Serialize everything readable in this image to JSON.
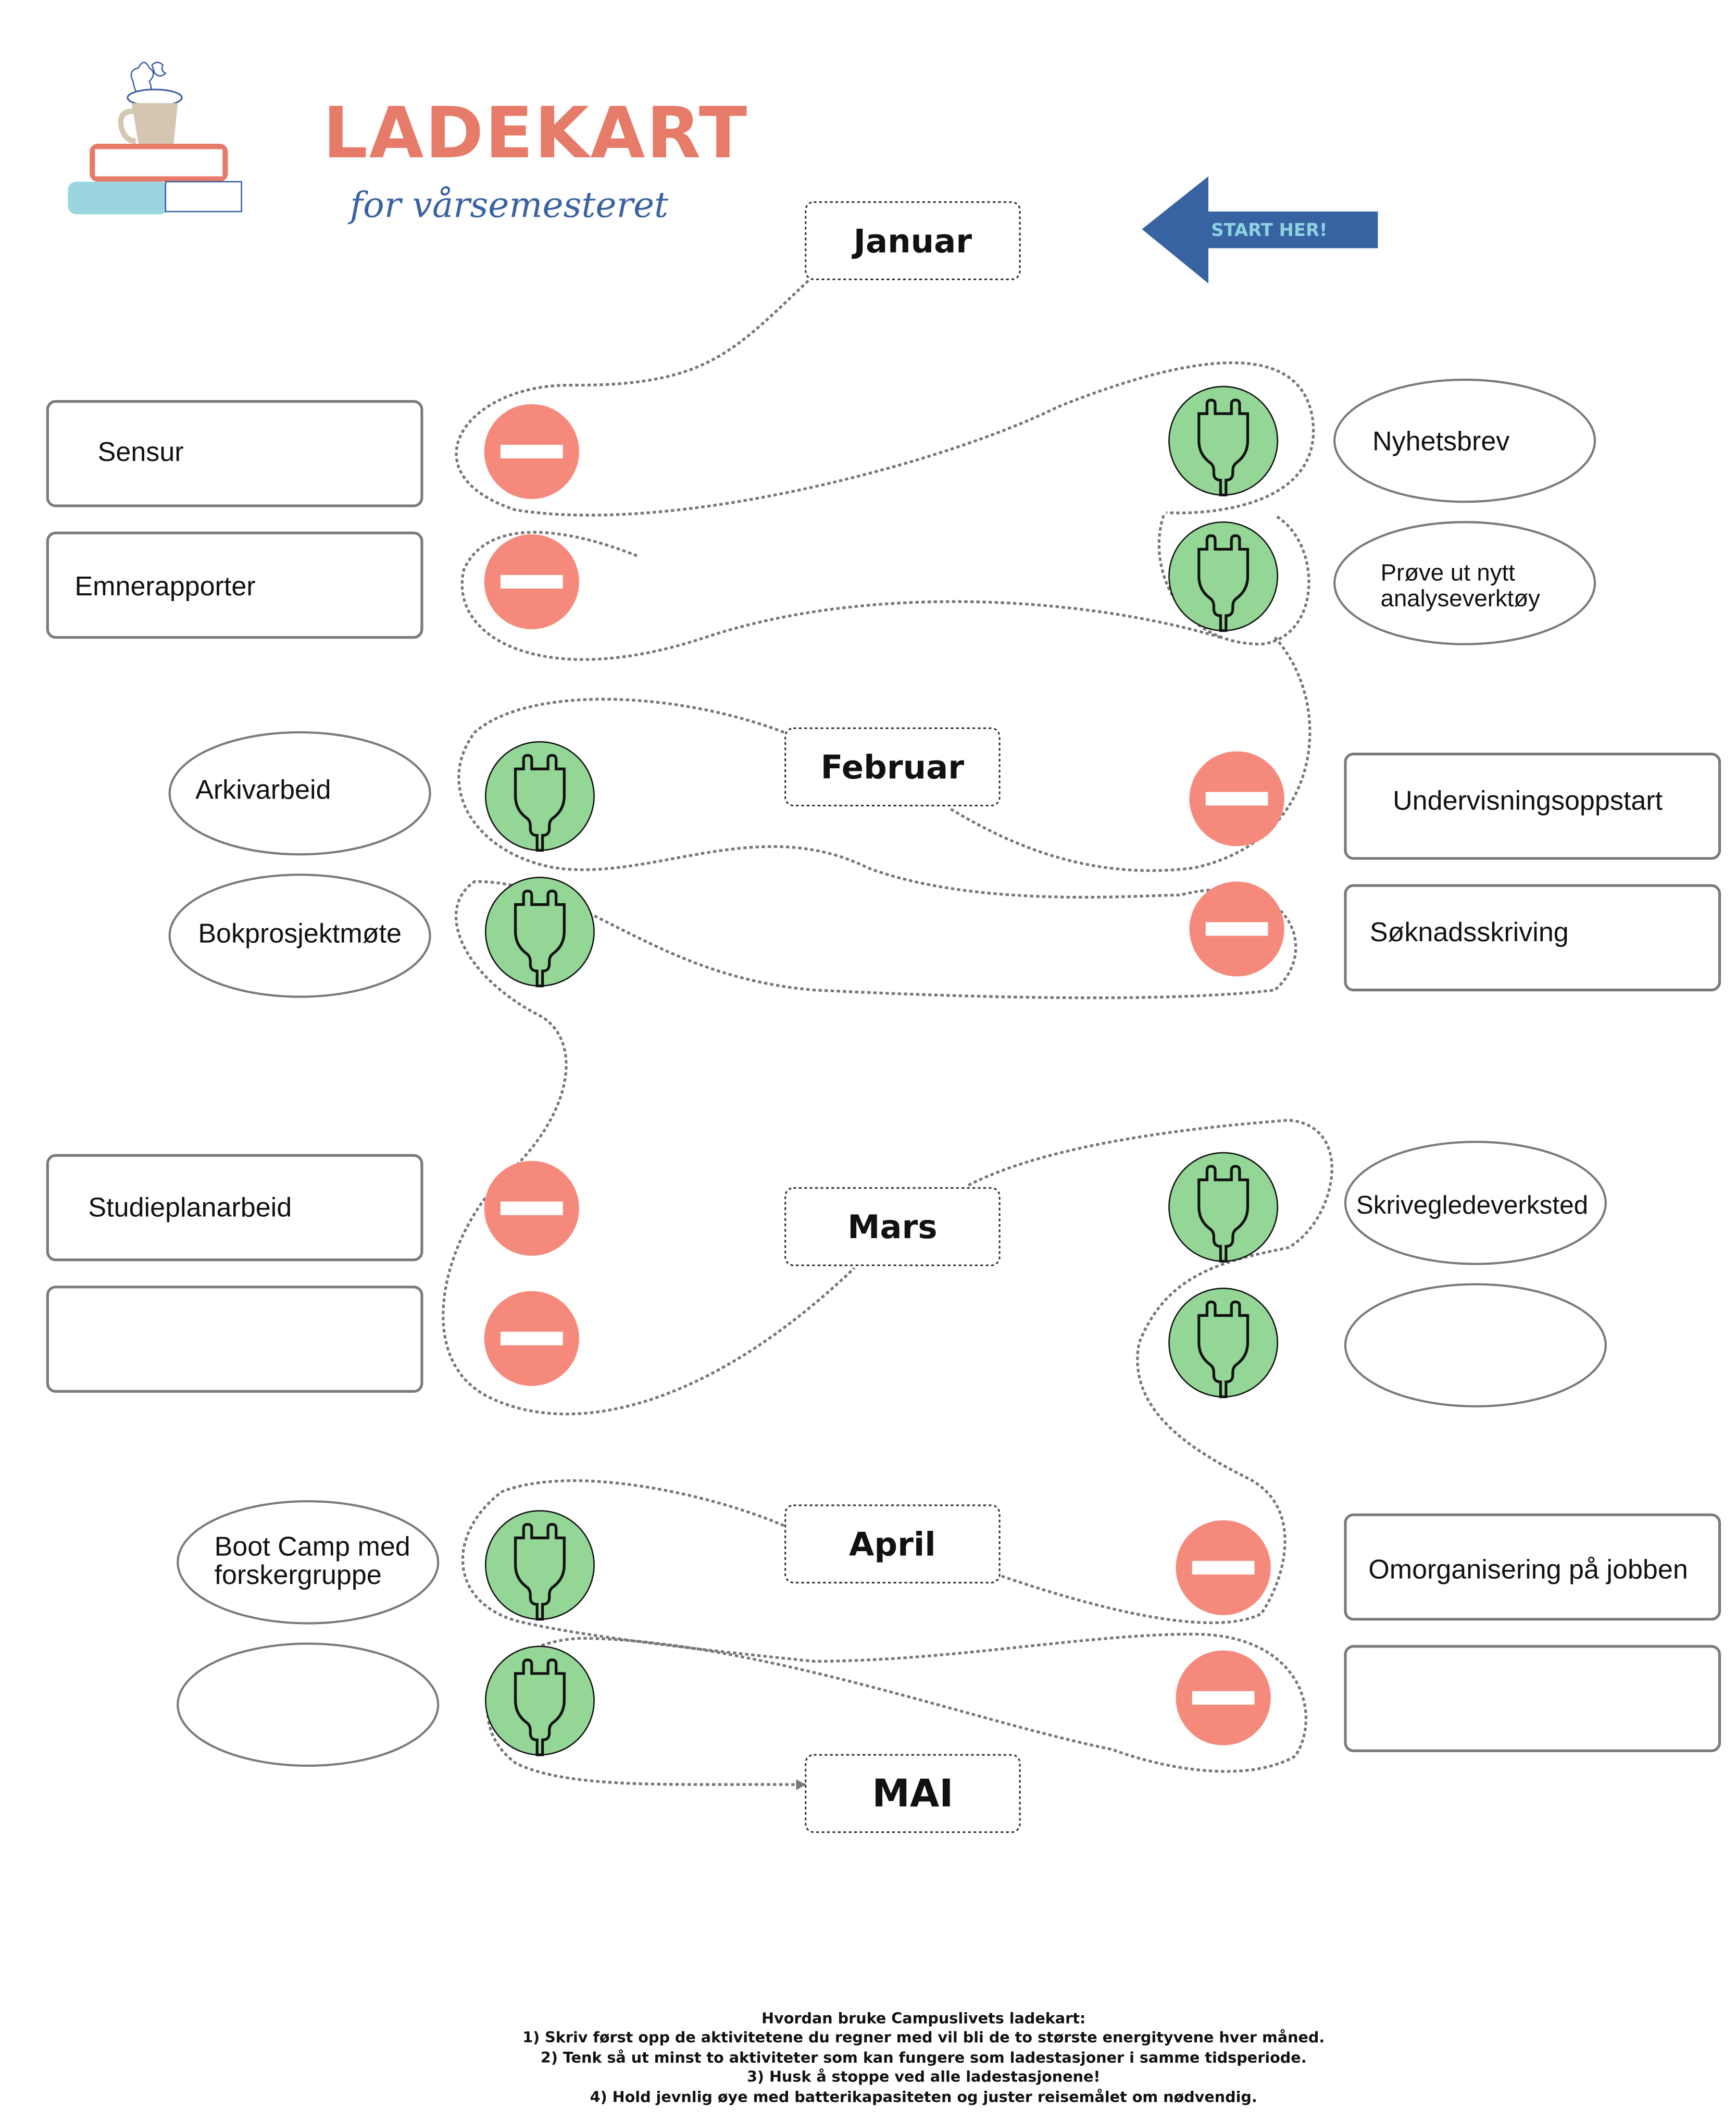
{
  "header": {
    "title": "LADEKART",
    "subtitle": "for vårsemesteret",
    "logo_icon": "coffee-cup-on-books-icon",
    "start_label": "START HER!"
  },
  "colors": {
    "title": "#e77b69",
    "subtitle": "#3a62a3",
    "arrow": "#3763a3",
    "arrow_text": "#8fd1e0",
    "charge": "#93d696",
    "drain": "#f58a7c"
  },
  "months": [
    "Januar",
    "Februar",
    "Mars",
    "April",
    "MAI"
  ],
  "drains": {
    "januar": [
      "Sensur",
      "Emnerapporter"
    ],
    "februar": [
      "Undervisningsoppstart",
      "Søknadsskriving"
    ],
    "mars": [
      "Studieplanarbeid",
      ""
    ],
    "april": [
      "Omorganisering på jobben",
      ""
    ]
  },
  "chargers": {
    "januar": [
      "Nyhetsbrev",
      [
        "Prøve ut nytt",
        "analyseverktøy"
      ]
    ],
    "februar": [
      "Arkivarbeid",
      "Bokprosjektmøte"
    ],
    "mars": [
      "Skrivegledeverksted",
      ""
    ],
    "april": [
      [
        "Boot Camp med",
        "forskergruppe"
      ],
      ""
    ]
  },
  "icons": {
    "drain": "minus-circle-icon",
    "charge": "plug-icon"
  },
  "instructions": {
    "heading": "Hvordan bruke Campuslivets ladekart:",
    "steps": [
      "1) Skriv først opp de aktivitetene du regner med vil bli de to største energityvene hver måned.",
      "2) Tenk så ut minst to aktiviteter som kan fungere som ladestasjoner i samme tidsperiode.",
      "3) Husk å stoppe ved alle ladestasjonene!",
      "4) Hold jevnlig øye med batterikapasiteten og juster reisemålet om nødvendig."
    ]
  }
}
